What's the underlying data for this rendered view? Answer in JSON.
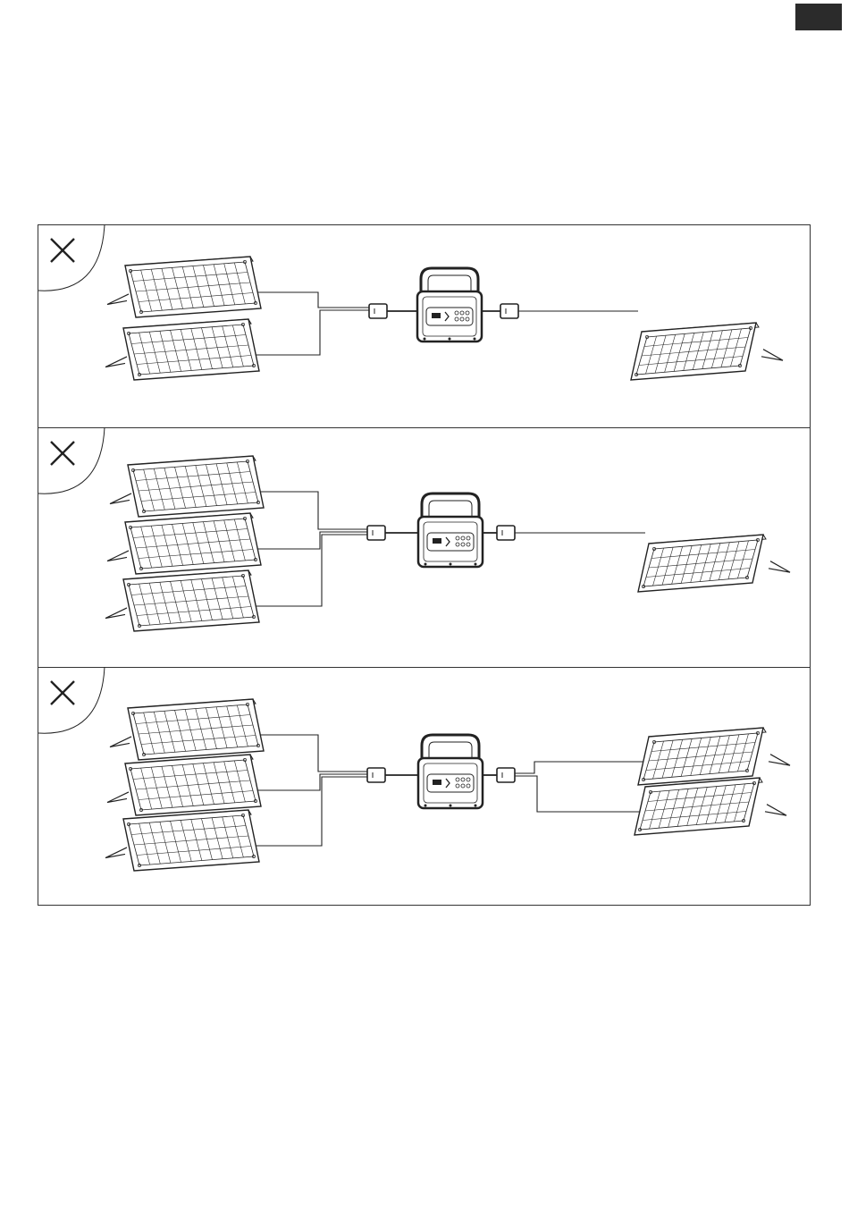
{
  "page": {
    "tab_color": "#2b2b2b",
    "line_color": "#222222"
  },
  "panels": [
    {
      "status_icon": "cross-icon",
      "left_panels": 2,
      "right_panels": 1
    },
    {
      "status_icon": "cross-icon",
      "left_panels": 3,
      "right_panels": 1
    },
    {
      "status_icon": "cross-icon",
      "left_panels": 3,
      "right_panels": 2
    }
  ]
}
